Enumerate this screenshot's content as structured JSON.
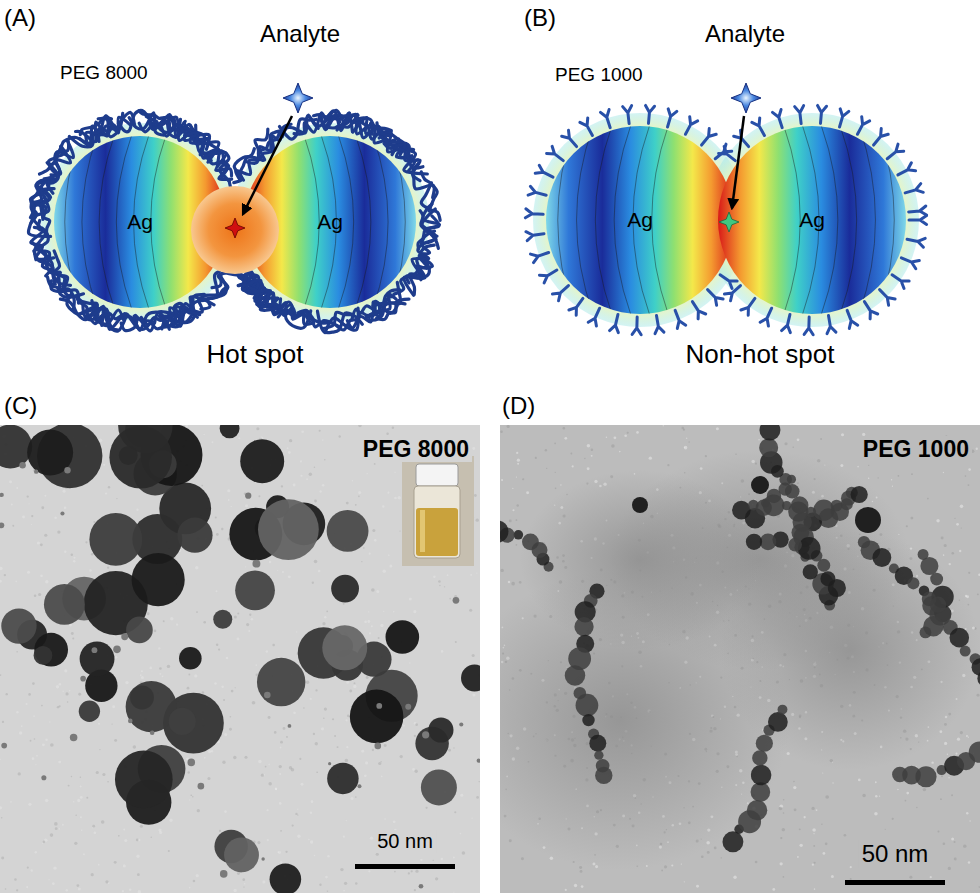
{
  "diagram": {
    "nodes": [
      {
        "text": [
          "Ag"
        ]
      },
      {
        "text": [
          "Ag"
        ]
      },
      {
        "text": [
          "Ag"
        ]
      },
      {
        "text": [
          "Ag"
        ]
      }
    ],
    "labels": [
      "(A)",
      "Analyte",
      "PEG 8000",
      "Hot spot",
      "(B)",
      "Analyte",
      "PEG 1000",
      "Non-hot spot",
      "(C)",
      "PEG 8000",
      "50 nm",
      "(D)",
      "PEG 1000",
      "50 nm"
    ]
  }
}
